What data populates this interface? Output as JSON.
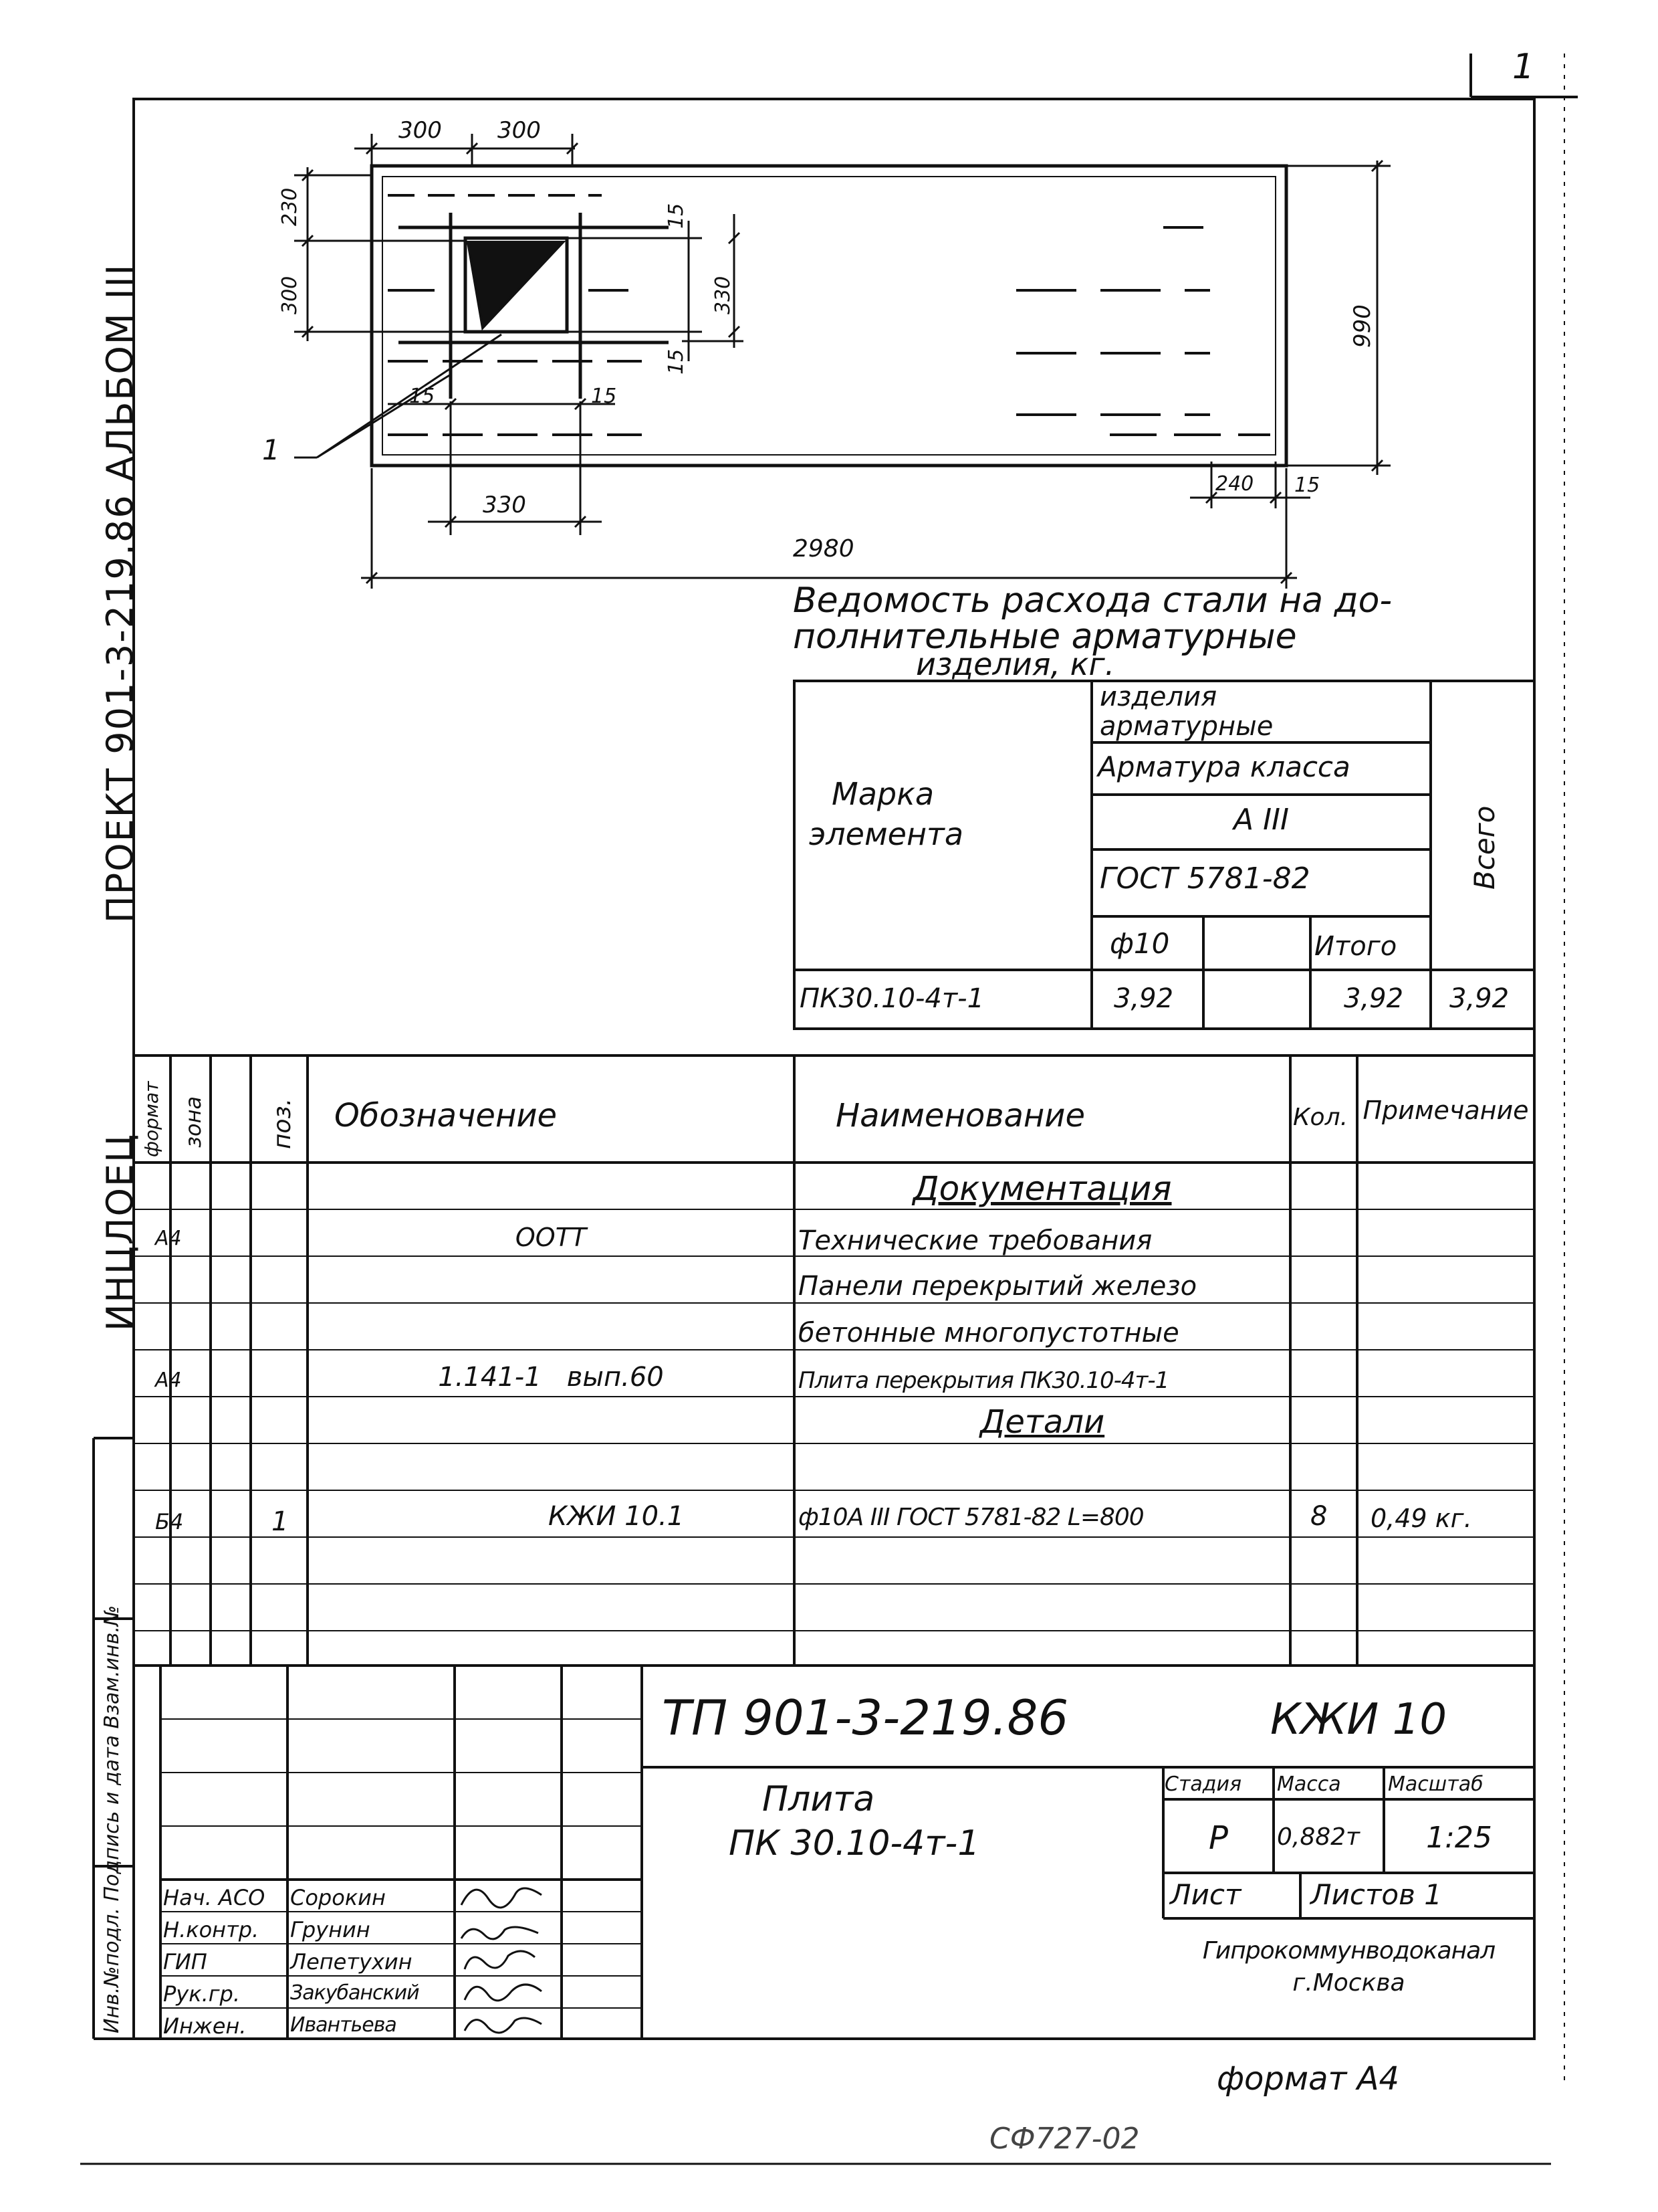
{
  "corner_mark": "1",
  "side_text": "ПРОЕКТ 901-3-219.86   АЛЬБОМ III",
  "side_copy": "ИНЦЛОЕЦ",
  "drawing": {
    "dims": [
      "300",
      "300",
      "230",
      "300",
      "15",
      "330",
      "15",
      "990",
      "15",
      "15",
      "330",
      "240",
      "15",
      "2980"
    ],
    "callout": "1"
  },
  "steel_table": {
    "title_line1": "Ведомость расхода стали на до-",
    "title_line2": "полнительные арматурные",
    "title_line3": "изделия, кг.",
    "mark_label_1": "Марка",
    "mark_label_2": "элемента",
    "group_header": "изделия арматурные",
    "class_header": "Арматура класса",
    "class_value": "А III",
    "gost": "ГОСТ 5781-82",
    "dia": "ф10",
    "itogo": "Итого",
    "vsego": "Всего",
    "row": {
      "mark": "ПК30.10-4т-1",
      "dia_value": "3,92",
      "itogo_value": "3,92",
      "vsego_value": "3,92"
    }
  },
  "spec": {
    "headers": {
      "format": "формат",
      "zone": "зона",
      "pos": "поз.",
      "designation": "Обозначение",
      "name": "Наименование",
      "qty": "Кол.",
      "note": "Примечание"
    },
    "rows": [
      {
        "format": "",
        "designation": "",
        "name": "Документация",
        "qty": "",
        "note": ""
      },
      {
        "format": "А4",
        "designation": "ООТТ",
        "name": "Технические требования",
        "qty": "",
        "note": ""
      },
      {
        "format": "",
        "designation": "",
        "name": "Панели перекрытий железо",
        "qty": "",
        "note": ""
      },
      {
        "format": "",
        "designation": "",
        "name": "бетонные многопустотные",
        "qty": "",
        "note": ""
      },
      {
        "format": "А4",
        "designation": "1.141-1   вып.60",
        "name": "Плита перекрытия ПК30.10-4т-1",
        "qty": "",
        "note": ""
      },
      {
        "format": "",
        "designation": "",
        "name": "Детали",
        "qty": "",
        "note": ""
      },
      {
        "format": "Б4",
        "pos": "1",
        "designation": "КЖИ 10.1",
        "name": "ф10А III ГОСТ 5781-82 L=800",
        "qty": "8",
        "note": "0,49 кг."
      }
    ]
  },
  "title_block": {
    "code": "ТП 901-3-219.86",
    "sheet_code": "КЖИ 10",
    "name_1": "Плита",
    "name_2": "ПК 30.10-4т-1",
    "stage_label": "Стадия",
    "mass_label": "Масса",
    "scale_label": "Масштаб",
    "stage": "Р",
    "mass": "0,882т",
    "scale": "1:25",
    "sheet_label": "Лист",
    "sheets_label": "Листов 1",
    "org_1": "Гипрокоммунводоканал",
    "org_2": "г.Москва",
    "people": [
      {
        "role": "Нач. АСО",
        "name": "Сорокин"
      },
      {
        "role": "Н.контр.",
        "name": "Грунин"
      },
      {
        "role": "ГИП",
        "name": "Лепетухин"
      },
      {
        "role": "Рук.гр.",
        "name": "Закубанский"
      },
      {
        "role": "Инжен.",
        "name": "Ивантьева"
      }
    ],
    "format": "формат А4",
    "copy_no": "СФ727-02"
  },
  "stamp_side": "Инв.№подл.   Подпись и дата   Взам.инв.№"
}
